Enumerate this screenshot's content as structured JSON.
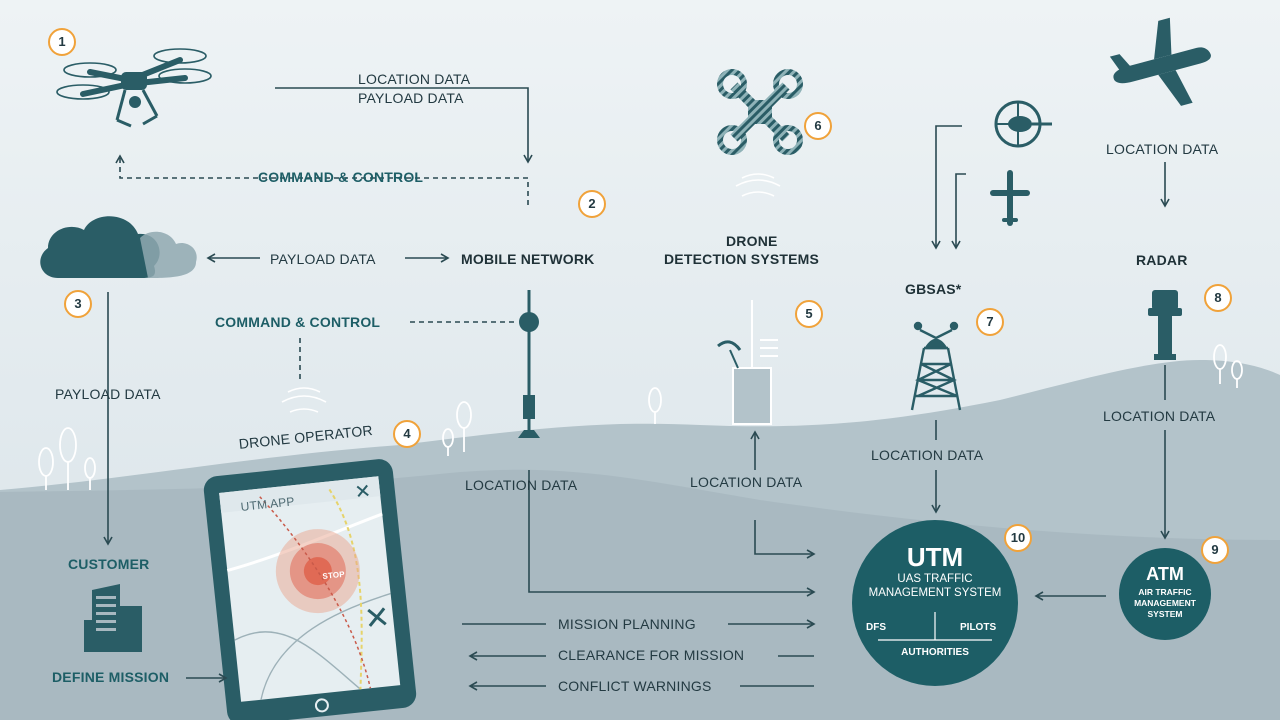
{
  "labels": {
    "location_payload_1": "LOCATION DATA",
    "location_payload_2": "PAYLOAD DATA",
    "command_control_top": "COMMAND & CONTROL",
    "payload_data_mid": "PAYLOAD DATA",
    "mobile_network": "MOBILE NETWORK",
    "command_control_mid": "COMMAND & CONTROL",
    "payload_data_left": "PAYLOAD DATA",
    "drone_operator": "DRONE OPERATOR",
    "location_data_network": "LOCATION DATA",
    "drone_detection_1": "DRONE",
    "drone_detection_2": "DETECTION SYSTEMS",
    "location_data_detection": "LOCATION DATA",
    "gbsas": "GBSAS*",
    "location_data_gbsas": "LOCATION DATA",
    "radar": "RADAR",
    "location_data_aircraft": "LOCATION DATA",
    "location_data_radar": "LOCATION DATA",
    "customer": "CUSTOMER",
    "define_mission": "DEFINE MISSION",
    "mission_planning": "MISSION PLANNING",
    "clearance": "CLEARANCE FOR MISSION",
    "conflict": "CONFLICT WARNINGS",
    "utm_app": "UTM APP",
    "stop": "STOP"
  },
  "utm": {
    "title": "UTM",
    "sub1": "UAS TRAFFIC",
    "sub2": "MANAGEMENT SYSTEM",
    "dfs": "DFS",
    "pilots": "PILOTS",
    "authorities": "AUTHORITIES"
  },
  "atm": {
    "title": "ATM",
    "sub1": "AIR TRAFFIC",
    "sub2": "MANAGEMENT",
    "sub3": "SYSTEM"
  },
  "numbers": [
    "1",
    "2",
    "3",
    "4",
    "5",
    "6",
    "7",
    "8",
    "9",
    "10"
  ],
  "colors": {
    "teal_dark": "#1d5e66",
    "teal_icon": "#2a5d66",
    "ground": "#a7b8c0",
    "hill": "#b3c3ca",
    "badge_ring": "#f0a23a",
    "stop_red": "#e06a55"
  }
}
